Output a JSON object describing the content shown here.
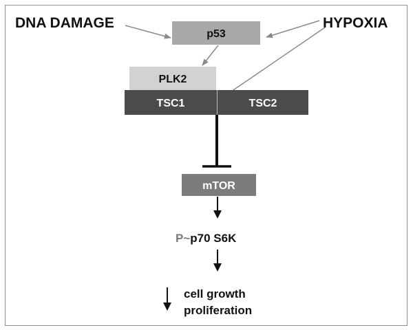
{
  "labels": {
    "dna_damage": "DNA DAMAGE",
    "hypoxia": "HYPOXIA",
    "p53": "p53",
    "plk2": "PLK2",
    "tsc1": "TSC1",
    "tsc2": "TSC2",
    "mtor": "mTOR",
    "phospho_prefix": "P~",
    "p70s6k": "p70 S6K",
    "outcome_line1": "cell growth",
    "outcome_line2": "proliferation"
  },
  "colors": {
    "p53_box": "#a8a8a8",
    "plk2_box": "#d2d2d2",
    "tsc_box": "#4b4b4b",
    "mtor_box": "#7b7b7b",
    "thin_arrow": "#8a8a8a",
    "thick_arrow": "#111111",
    "phospho_prefix": "#7a7a7a"
  }
}
